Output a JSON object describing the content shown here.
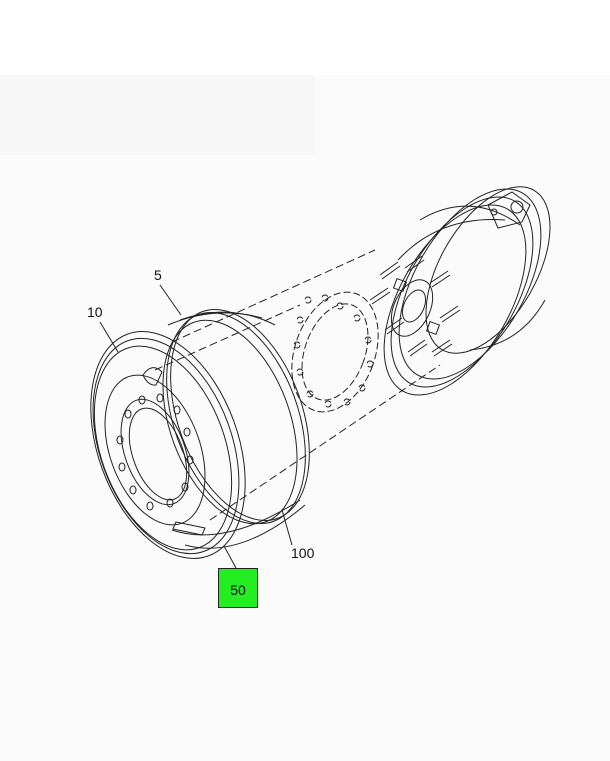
{
  "callouts": {
    "c5": "5",
    "c10": "10",
    "c100": "100",
    "c50": "50"
  },
  "colors": {
    "highlight": "#22ee22",
    "line": "#222222",
    "background": "#fbfbfb"
  }
}
